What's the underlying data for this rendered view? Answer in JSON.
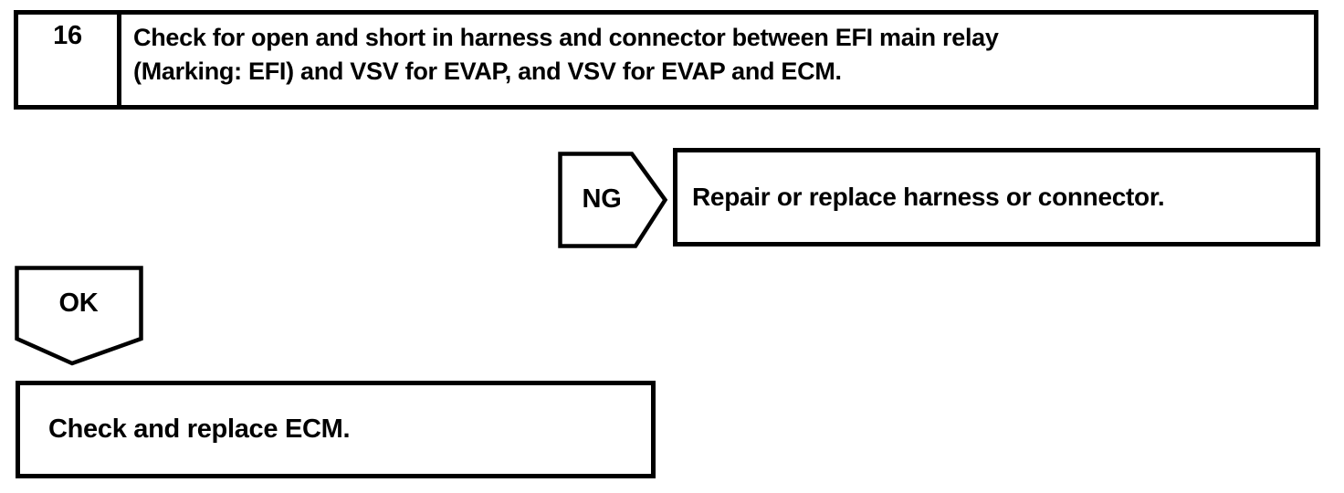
{
  "page": {
    "background": "#ffffff",
    "line_color": "#000000"
  },
  "flowchart": {
    "step": {
      "number": "16",
      "description_lines": [
        "Check for open and short in harness and connector between EFI main relay",
        "(Marking: EFI) and VSV for EVAP, and VSV for EVAP and ECM."
      ]
    },
    "ng_branch": {
      "label": "NG",
      "action": "Repair or replace harness or connector."
    },
    "ok_branch": {
      "label": "OK",
      "action": "Check and replace ECM."
    }
  }
}
